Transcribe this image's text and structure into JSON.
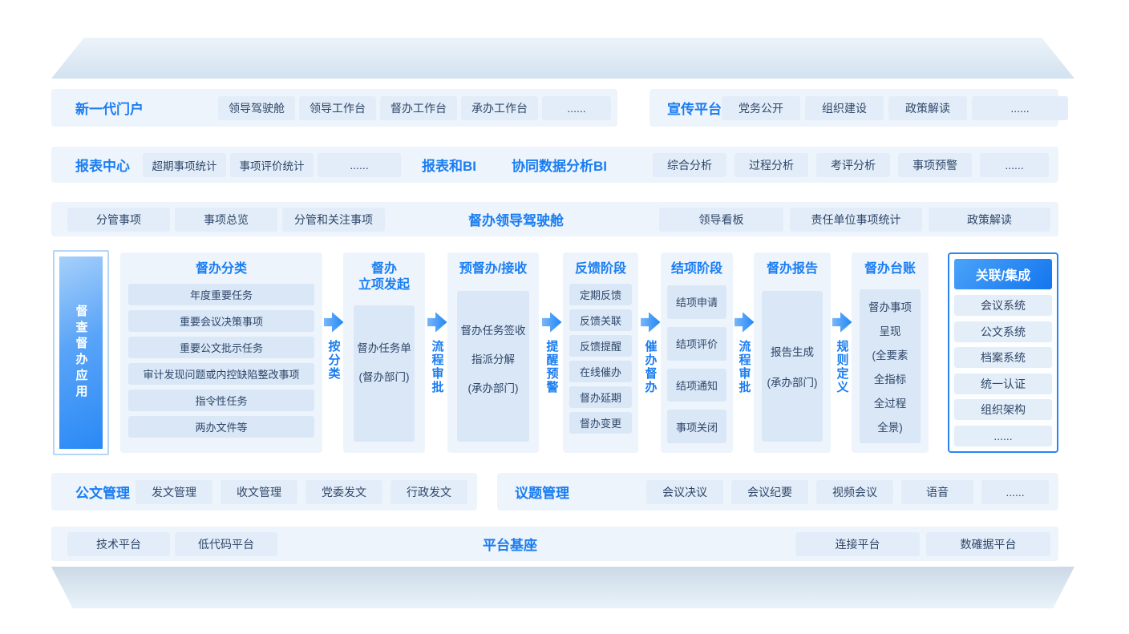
{
  "colors": {
    "accent": "#1a7df2",
    "band_bg": "#eef4fb",
    "chip_bg": "#e3edf9",
    "panel_chip_bg": "#d9e7f7",
    "chip_text": "#2e4668",
    "side_bar_gradient_start": "#a6d0fa",
    "side_bar_gradient_end": "#2a89f6",
    "integration_border": "#2a85f0"
  },
  "portal": {
    "title": "新一代门户",
    "items": [
      "领导驾驶舱",
      "领导工作台",
      "督办工作台",
      "承办工作台",
      "......"
    ]
  },
  "publicity": {
    "title": "宣传平台",
    "items": [
      "党务公开",
      "组织建设",
      "政策解读",
      "......"
    ]
  },
  "report": {
    "title": "报表中心",
    "items": [
      "超期事项统计",
      "事项评价统计",
      "......"
    ],
    "bi_title": "报表和BI",
    "bi_title2": "协同数据分析BI",
    "analysis_items": [
      "综合分析",
      "过程分析",
      "考评分析",
      "事项预警",
      "......"
    ]
  },
  "cockpit": {
    "left_items": [
      "分管事项",
      "事项总览",
      "分管和关注事项"
    ],
    "title": "督办领导驾驶舱",
    "right_items": [
      "领导看板",
      "责任单位事项统计",
      "政策解读"
    ]
  },
  "main": {
    "side_label": "督查督办应用",
    "arrows": [
      "按分类",
      "流程审批",
      "提醒预警",
      "催办督办",
      "流程审批",
      "规则定义"
    ],
    "classification": {
      "title": "督办分类",
      "items": [
        "年度重要任务",
        "重要会议决策事项",
        "重要公文批示任务",
        "审计发现问题或内控缺陷整改事项",
        "指令性任务",
        "两办文件等"
      ]
    },
    "initiation": {
      "title_line1": "督办",
      "title_line2": "立项发起",
      "box_line1": "督办任务单",
      "box_line2": "(督办部门)"
    },
    "receive": {
      "title": "预督办/接收",
      "box_line1": "督办任务签收",
      "box_line2": "指派分解",
      "box_line3": "(承办部门)"
    },
    "feedback": {
      "title": "反馈阶段",
      "items": [
        "定期反馈",
        "反馈关联",
        "反馈提醒",
        "在线催办",
        "督办延期",
        "督办变更"
      ]
    },
    "closing": {
      "title": "结项阶段",
      "items": [
        "结项申请",
        "结项评价",
        "结项通知",
        "事项关闭"
      ]
    },
    "reporting": {
      "title": "督办报告",
      "box_line1": "报告生成",
      "box_line2": "(承办部门)"
    },
    "ledger": {
      "title": "督办台账",
      "box_lines": [
        "督办事项",
        "呈现",
        "(全要素",
        "全指标",
        "全过程",
        "全景)"
      ]
    },
    "integration": {
      "title": "关联/集成",
      "items": [
        "会议系统",
        "公文系统",
        "档案系统",
        "统一认证",
        "组织架构",
        "......"
      ]
    }
  },
  "document_mgmt": {
    "title": "公文管理",
    "items": [
      "发文管理",
      "收文管理",
      "党委发文",
      "行政发文"
    ]
  },
  "topic_mgmt": {
    "title": "议题管理",
    "items": [
      "会议决议",
      "会议纪要",
      "视频会议",
      "语音",
      "......"
    ]
  },
  "platform_base": {
    "title": "平台基座",
    "left_items": [
      "技术平台",
      "低代码平台"
    ],
    "right_items": [
      "连接平台",
      "数確据平台"
    ]
  }
}
